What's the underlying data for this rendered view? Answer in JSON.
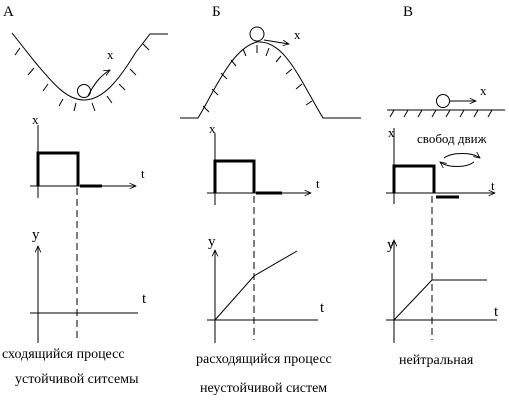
{
  "columns": [
    {
      "letter": "А",
      "ball_label": "x",
      "pulse_y_label": "x",
      "pulse_t_label": "t",
      "resp_y_label": "y",
      "resp_t_label": "t",
      "caption_line1": "сходящийся процесс",
      "caption_line2": "устойчивой ситсемы"
    },
    {
      "letter": "Б",
      "ball_label": "x",
      "pulse_y_label": "x",
      "pulse_t_label": "t",
      "resp_y_label": "y",
      "resp_t_label": "t",
      "caption_line1": "расходящийся процесс",
      "caption_line2": "неустойчивой систем"
    },
    {
      "letter": "В",
      "ball_label": "x",
      "pulse_y_label": "x",
      "pulse_t_label": "t",
      "resp_y_label": "y",
      "resp_t_label": "t",
      "caption_line1": "нейтральная",
      "caption_line2": "",
      "note": "свобод движ"
    }
  ]
}
